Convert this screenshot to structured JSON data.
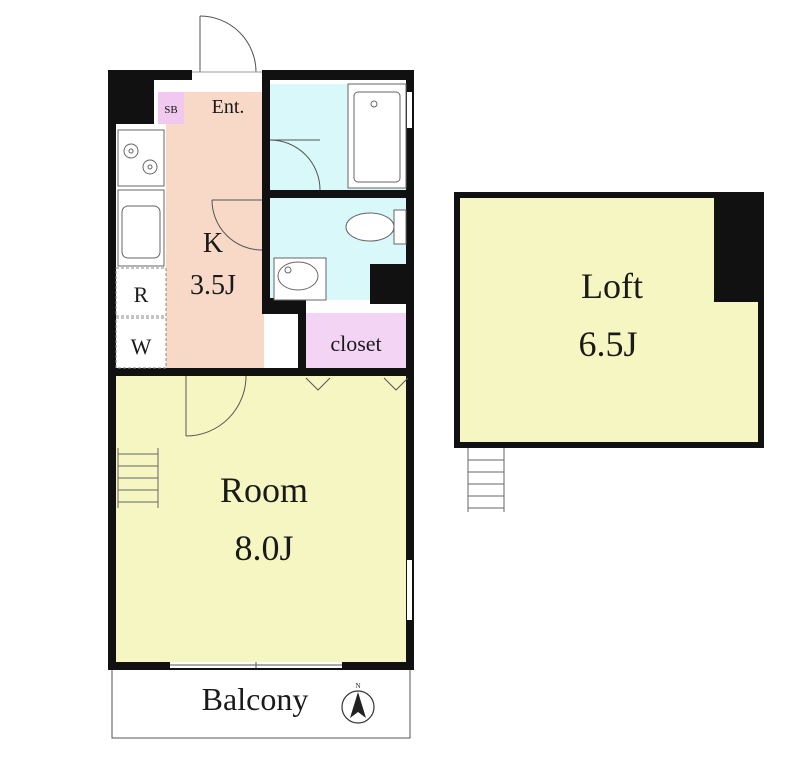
{
  "rooms": {
    "entrance": "Ent.",
    "shoe_box": "SB",
    "kitchen": {
      "name": "K",
      "size": "3.5J"
    },
    "refrigerator": "R",
    "washer": "W",
    "closet": "closet",
    "room": {
      "name": "Room",
      "size": "8.0J"
    },
    "loft": {
      "name": "Loft",
      "size": "6.5J"
    },
    "balcony": "Balcony"
  },
  "compass": {
    "north_label": "N"
  },
  "colors": {
    "wall": "#111111",
    "kitchen": "#f8d9c8",
    "room": "#f6f6c2",
    "bath": "#d8f8fa",
    "closet": "#f4d4f4",
    "shoe_box": "#f0c8f0"
  }
}
